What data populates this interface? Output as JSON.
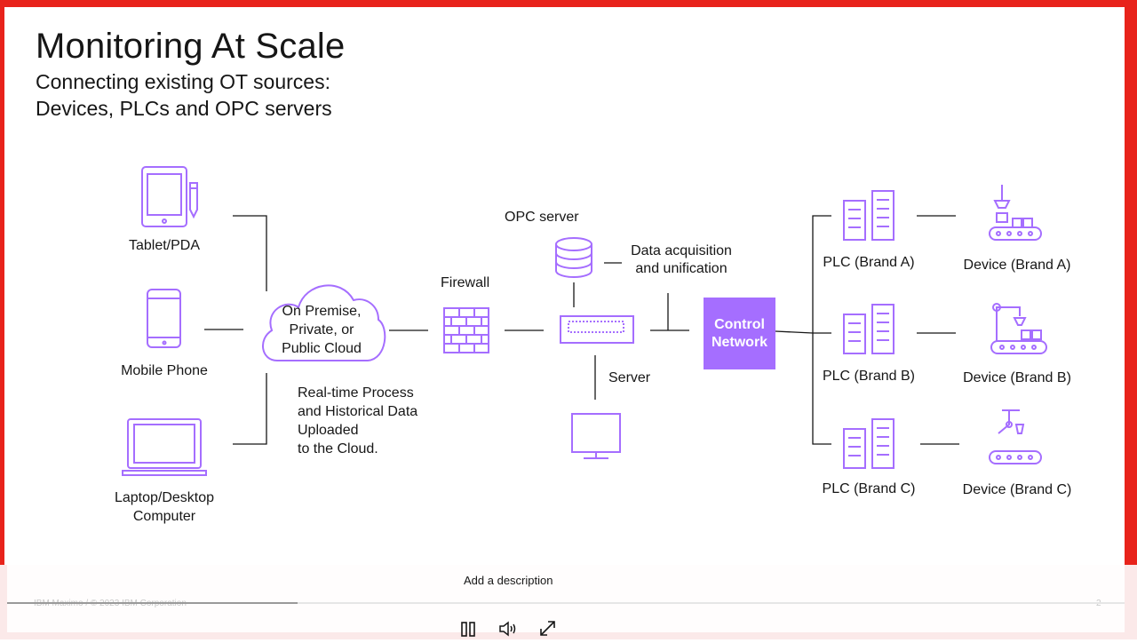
{
  "slide": {
    "title": "Monitoring At Scale",
    "subtitle_line1": "Connecting existing OT sources:",
    "subtitle_line2": "Devices, PLCs and OPC servers"
  },
  "sources": {
    "tablet": "Tablet/PDA",
    "phone": "Mobile Phone",
    "laptop_line1": "Laptop/Desktop",
    "laptop_line2": "Computer"
  },
  "cloud": {
    "line1": "On Premise,",
    "line2": "Private, or",
    "line3": "Public Cloud"
  },
  "note": {
    "line1": "Real-time Process",
    "line2": "and Historical Data",
    "line3": "Uploaded",
    "line4": "to the Cloud."
  },
  "network": {
    "firewall": "Firewall",
    "opc_server": "OPC server",
    "data_acq_line1": "Data acquisition",
    "data_acq_line2": "and unification",
    "server": "Server",
    "control_line1": "Control",
    "control_line2": "Network"
  },
  "plcs": [
    "PLC (Brand A)",
    "PLC (Brand B)",
    "PLC (Brand C)"
  ],
  "devices": [
    "Device (Brand A)",
    "Device (Brand B)",
    "Device (Brand C)"
  ],
  "footer": {
    "description": "Add a description",
    "copyright": "IBM Maximo / © 2023 IBM Corporation",
    "page_number": "2"
  },
  "colors": {
    "accent": "#a56eff",
    "frame": "#e8231b",
    "line": "#161616"
  },
  "player": {
    "pause_icon": "pause-icon",
    "volume_icon": "volume-icon",
    "fullscreen_icon": "fullscreen-icon"
  }
}
